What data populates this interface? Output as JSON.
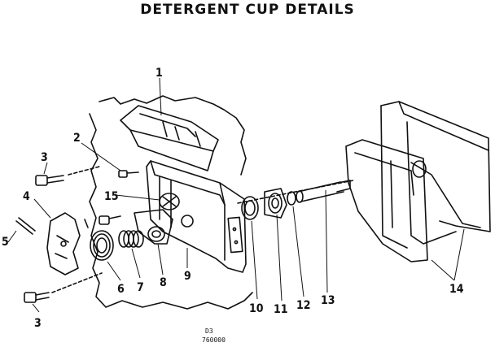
{
  "title": "DETERGENT CUP DETAILS",
  "callouts": [
    "1",
    "2",
    "3",
    "4",
    "5",
    "15",
    "6",
    "7",
    "8",
    "9",
    "10",
    "11",
    "12",
    "13",
    "14",
    "3"
  ],
  "footer": {
    "code_top": "D3",
    "code_bottom": "760000"
  }
}
